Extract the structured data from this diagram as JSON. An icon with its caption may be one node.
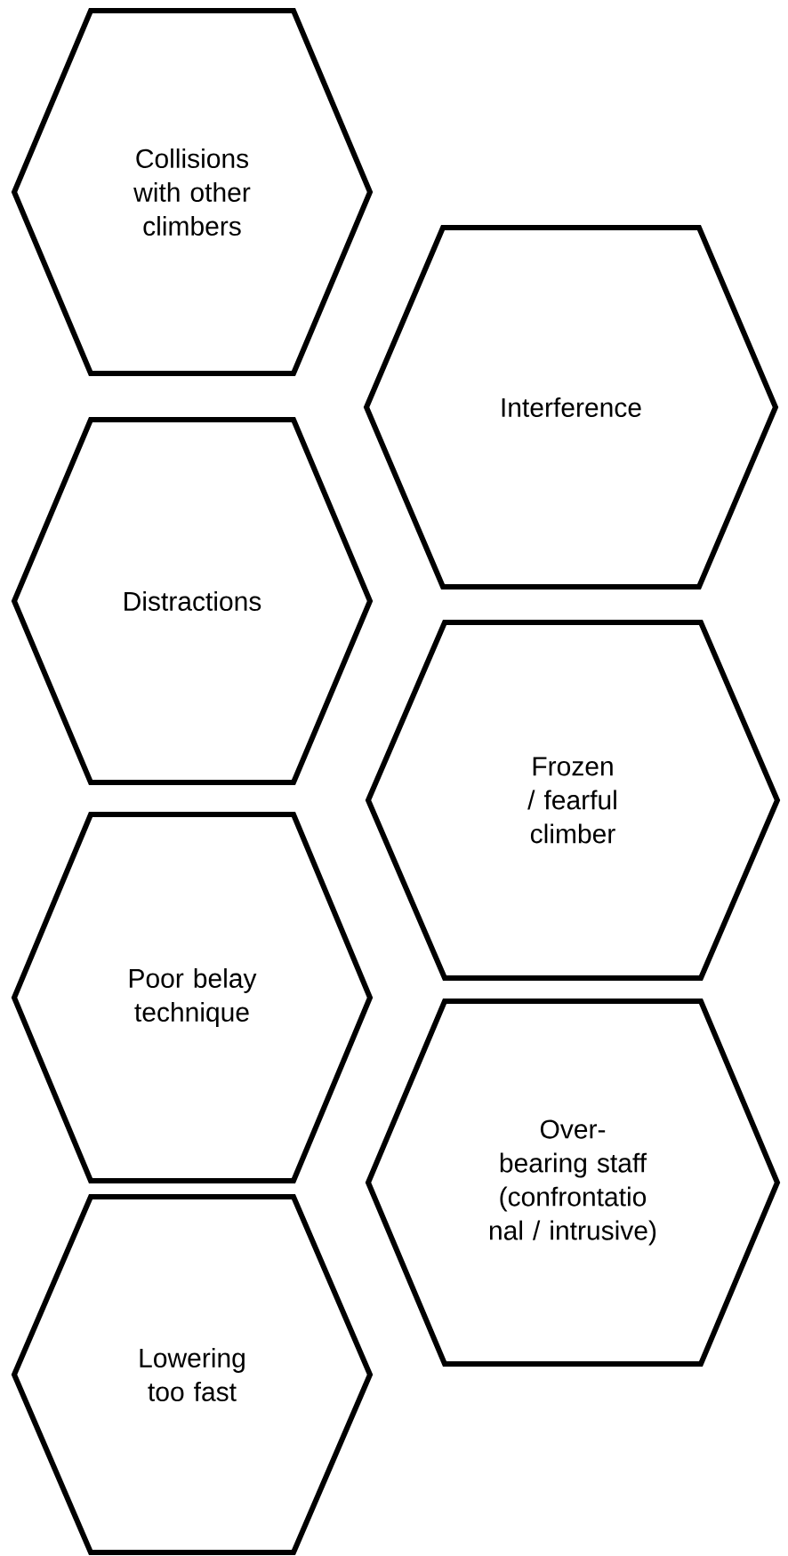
{
  "diagram": {
    "nodes": [
      {
        "text": [
          "Collisions with other climbers"
        ]
      },
      {
        "text": [
          "Interference"
        ]
      },
      {
        "text": [
          "Distractions"
        ]
      },
      {
        "text": [
          "Frozen / fearful climber"
        ]
      },
      {
        "text": [
          "Poor belay technique"
        ]
      },
      {
        "text": [
          "Over-bearing staff (confrontatio nal / intrusive)"
        ]
      },
      {
        "text": [
          "Lowering too fast"
        ]
      }
    ]
  }
}
